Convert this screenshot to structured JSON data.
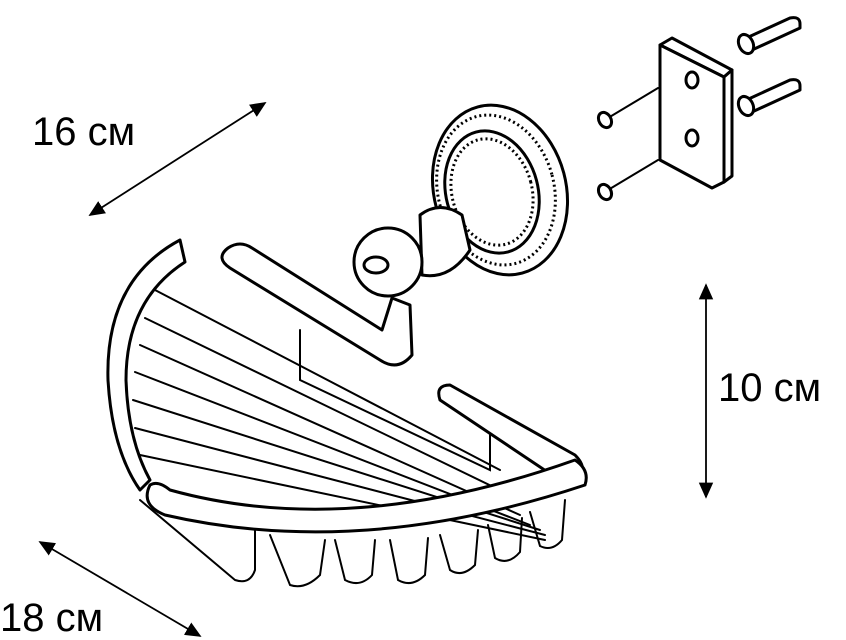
{
  "title": "Wall-mounted corner soap basket dimensions",
  "dimensions": {
    "depth": "16 см",
    "height": "10 см",
    "width": "18 см"
  },
  "colors": {
    "line": "#000000",
    "background": "#ffffff"
  }
}
